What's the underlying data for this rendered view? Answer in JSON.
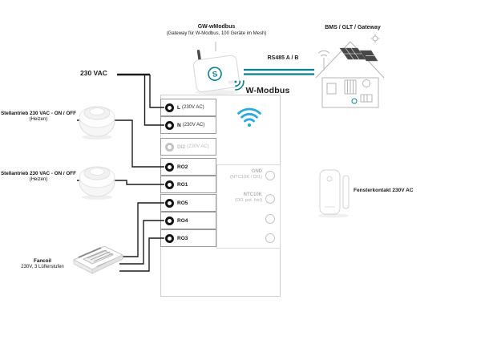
{
  "gateway": {
    "name": "GW-wModbus",
    "subtitle": "(Gateway für W-Modbus, 100 Geräte im Mesh)",
    "logo_letter": "S"
  },
  "bms": {
    "label": "BMS / GLT / Gateway"
  },
  "bus": {
    "rs485": "RS485 A / B",
    "wmodbus": "W-Modbus"
  },
  "power": {
    "label": "230 VAC"
  },
  "controller": {
    "terminals": [
      {
        "id": "L",
        "label": "L",
        "sub": "(230V AC)",
        "state": "active"
      },
      {
        "id": "N",
        "label": "N",
        "sub": "(230V AC)",
        "state": "active"
      },
      {
        "id": "DI2",
        "label": "DI2",
        "sub": "(230V AC)",
        "state": "inactive"
      },
      {
        "id": "RO2",
        "label": "RO2",
        "sub": "",
        "state": "active"
      },
      {
        "id": "RO1",
        "label": "RO1",
        "sub": "",
        "state": "active"
      },
      {
        "id": "RO5",
        "label": "RO5",
        "sub": "",
        "state": "active"
      },
      {
        "id": "RO4",
        "label": "RO4",
        "sub": "",
        "state": "active"
      },
      {
        "id": "RO3",
        "label": "RO3",
        "sub": "",
        "state": "active"
      }
    ],
    "inputs": [
      {
        "label": "GND",
        "sub": "(NTC10K / DI1)"
      },
      {
        "label": "NTC10K",
        "sub": "(DI1 pot. frei)"
      },
      {
        "label": "",
        "sub": ""
      },
      {
        "label": "",
        "sub": ""
      }
    ]
  },
  "devices": {
    "actuator1": {
      "title": "Stellantrieb 230 VAC - ON / OFF",
      "sub": "(Heizen)"
    },
    "actuator2": {
      "title": "Stellantrieb 230 VAC - ON / OFF",
      "sub": "(Heizen)"
    },
    "fancoil": {
      "title": "Fancoil",
      "sub": "230V, 3 Lüfterstufen"
    },
    "window_contact": {
      "title": "Fensterkontakt 230V AC"
    }
  },
  "colors": {
    "accent_teal": "#0b7f8e",
    "wifi_blue": "#2aa9e0",
    "wire": "#1c1c1c"
  }
}
